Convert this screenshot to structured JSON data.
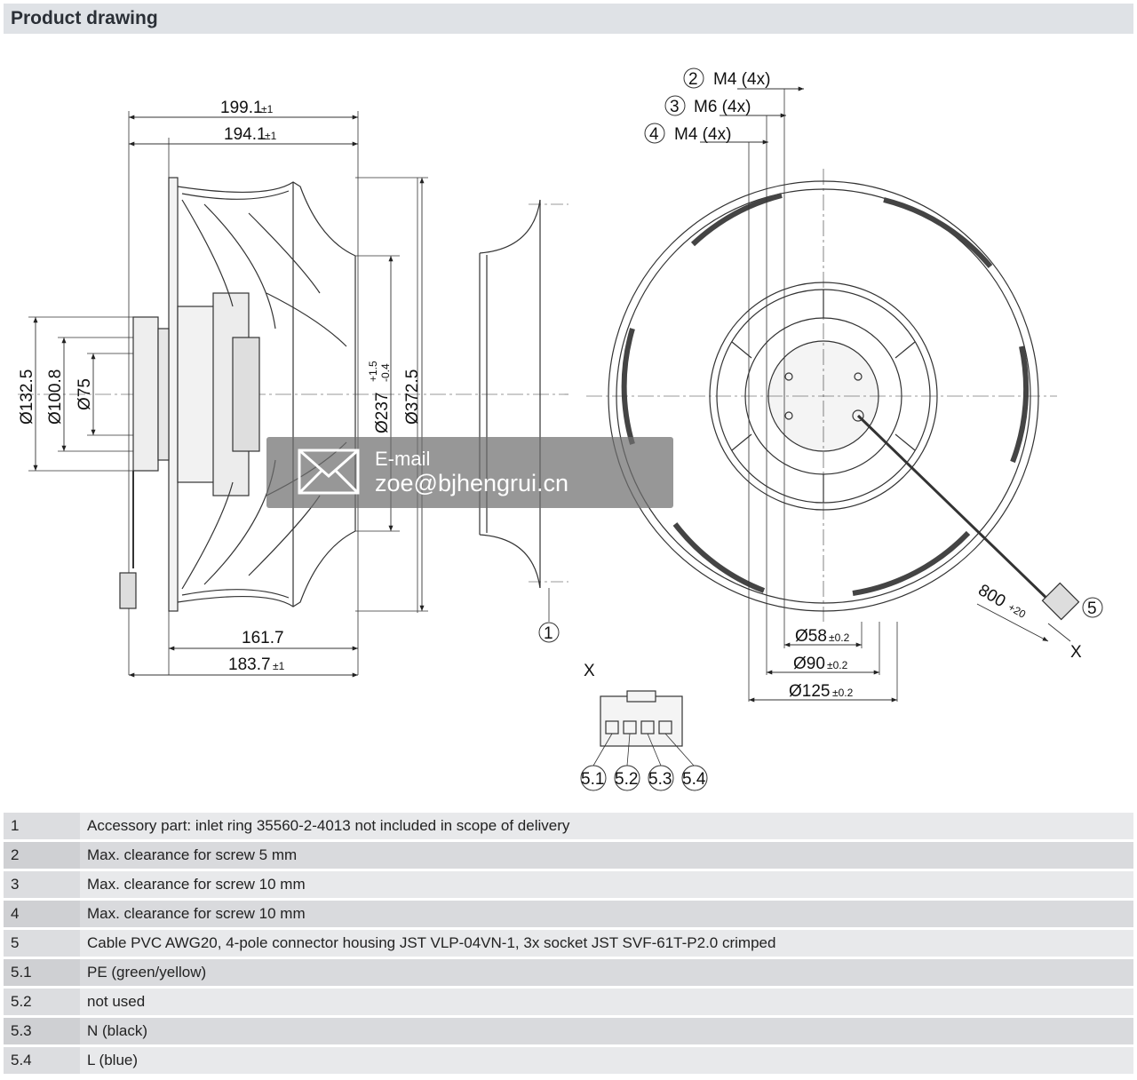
{
  "header": {
    "title": "Product drawing"
  },
  "dimensions": {
    "width_outer": "199.1",
    "width_outer_tol": "±1",
    "width_inner": "194.1",
    "width_inner_tol": "±1",
    "depth_161": "161.7",
    "depth_183": "183.7",
    "depth_183_tol": "±1",
    "dia_132": "Ø132.5",
    "dia_100": "Ø100.8",
    "dia_75": "Ø75",
    "dia_237": "Ø237",
    "dia_237_tol_upper": "+1.5",
    "dia_237_tol_lower": "-0.4",
    "dia_372": "Ø372.5",
    "dia_58": "Ø58",
    "dia_58_tol": "±0.2",
    "dia_90": "Ø90",
    "dia_90_tol": "±0.2",
    "dia_125": "Ø125",
    "dia_125_tol": "±0.2",
    "cable_length": "800",
    "cable_length_tol": "+20"
  },
  "callouts": {
    "c1": "1",
    "c2": "2",
    "c2_label": "M4 (4x)",
    "c3": "3",
    "c3_label": "M6 (4x)",
    "c4": "4",
    "c4_label": "M4 (4x)",
    "c5": "5",
    "x_top": "X",
    "x_detail": "X",
    "pins": [
      "5.1",
      "5.2",
      "5.3",
      "5.4"
    ]
  },
  "watermark": {
    "title": "E-mail",
    "email": "zoe@bjhengrui.cn"
  },
  "legend": [
    {
      "key": "1",
      "text": "Accessory part: inlet ring 35560-2-4013 not included in scope of delivery"
    },
    {
      "key": "2",
      "text": "Max. clearance for screw 5 mm"
    },
    {
      "key": "3",
      "text": "Max. clearance for screw 10 mm"
    },
    {
      "key": "4",
      "text": "Max. clearance for screw 10 mm"
    },
    {
      "key": "5",
      "text": "Cable PVC AWG20, 4-pole connector housing JST VLP-04VN-1, 3x socket JST SVF-61T-P2.0 crimped"
    },
    {
      "key": "5.1",
      "text": "PE (green/yellow)"
    },
    {
      "key": "5.2",
      "text": "not used"
    },
    {
      "key": "5.3",
      "text": "N (black)"
    },
    {
      "key": "5.4",
      "text": "L (blue)"
    }
  ]
}
